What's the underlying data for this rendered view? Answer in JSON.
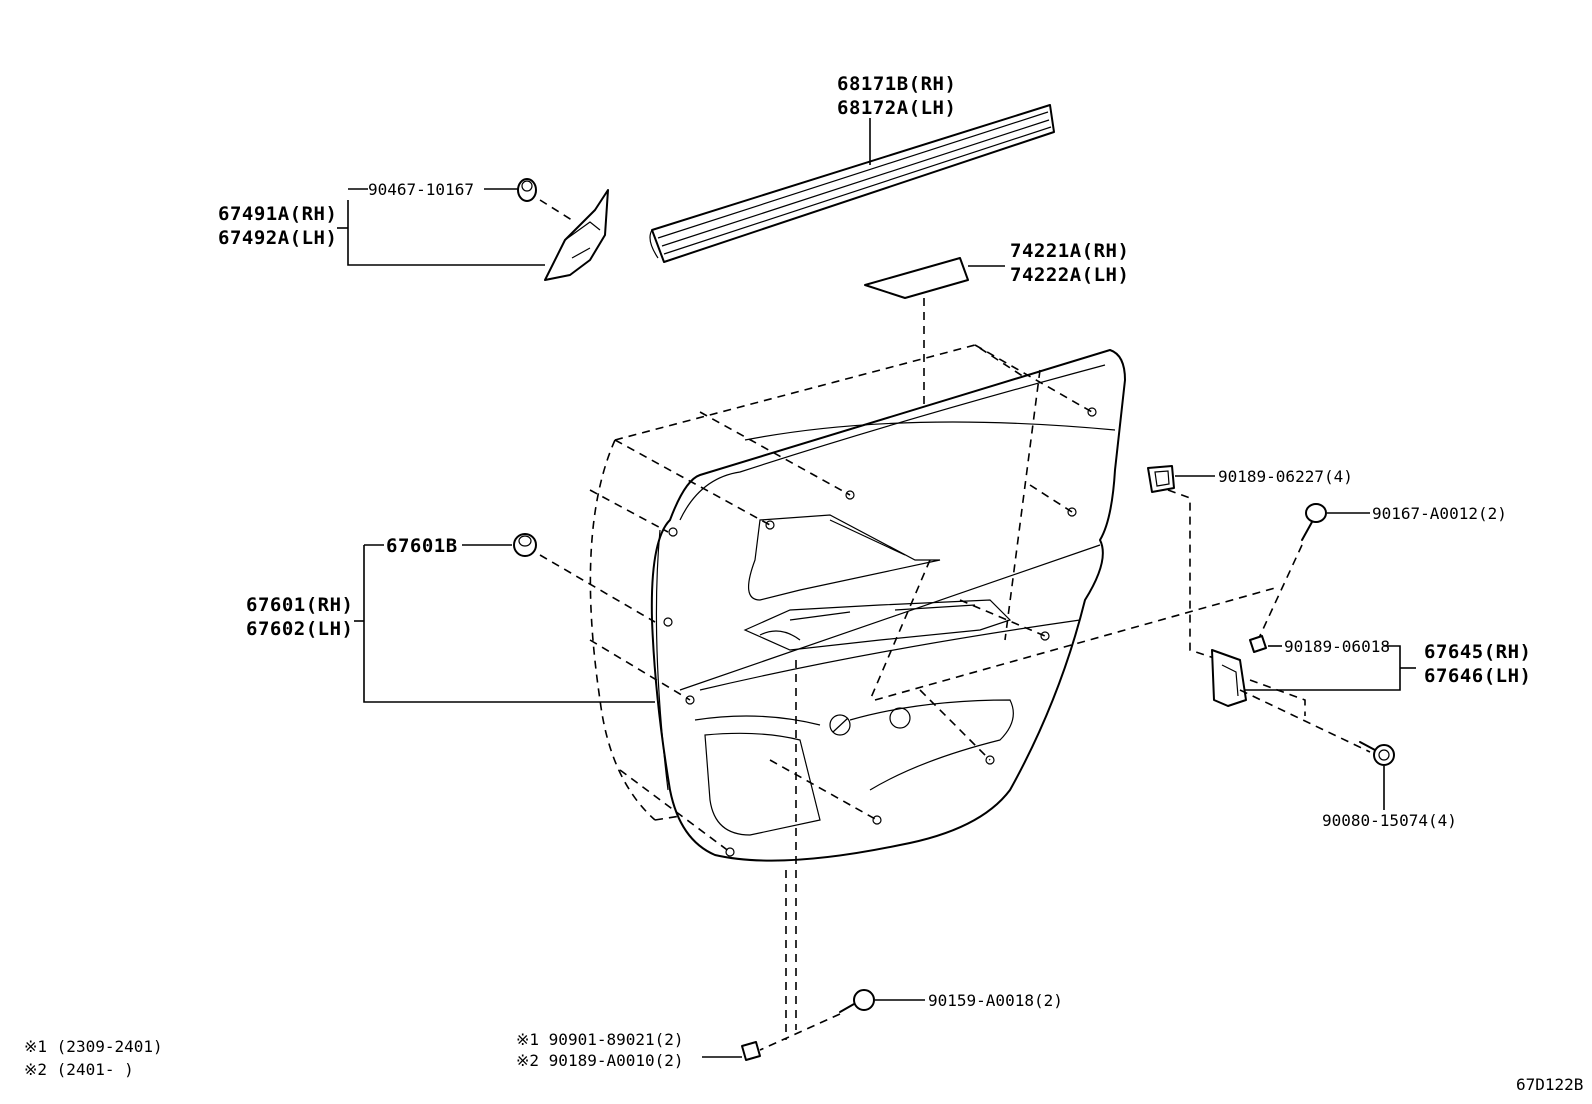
{
  "labels": {
    "p68171B": "68171B(RH)",
    "p68172A": "68172A(LH)",
    "p90467": "90467-10167",
    "p67491A": "67491A(RH)",
    "p67492A": "67492A(LH)",
    "p74221A": "74221A(RH)",
    "p74222A": "74222A(LH)",
    "p67601B": "67601B",
    "p67601": "67601(RH)",
    "p67602": "67602(LH)",
    "p90189_06227": "90189-06227(4)",
    "p90167": "90167-A0012(2)",
    "p90189_06018": "90189-06018",
    "p67645": "67645(RH)",
    "p67646": "67646(LH)",
    "p90080": "90080-15074(4)",
    "p90159": "90159-A0018(2)",
    "p90901": "※1 90901-89021(2)",
    "p90189_A0010": "※2 90189-A0010(2)"
  },
  "notes": {
    "n1": "※1 (2309-2401)",
    "n2": "※2 (2401-      )"
  },
  "diagram_code": "67D122B"
}
